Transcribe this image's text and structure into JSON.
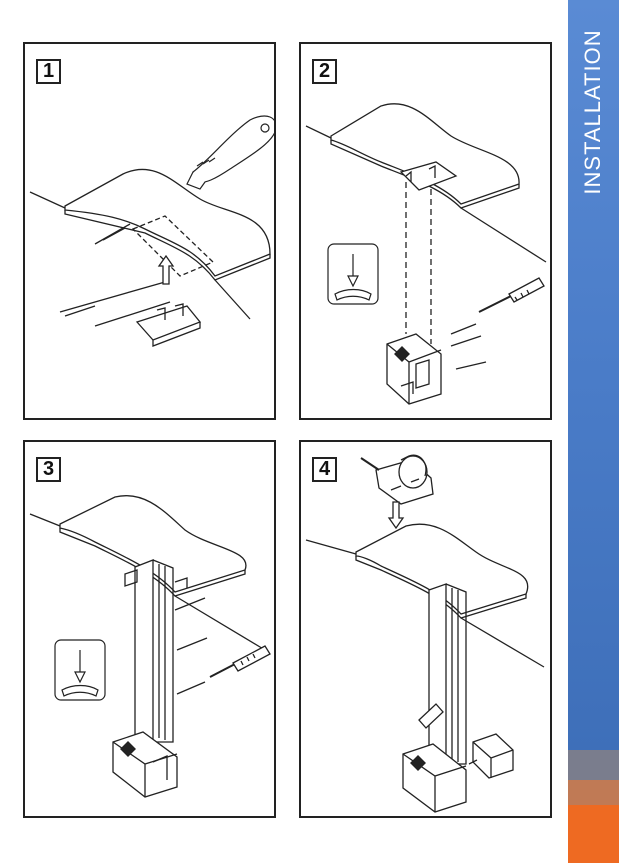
{
  "sidebar": {
    "title": "INSTALLATION",
    "colors": {
      "blue": "#4a7cc8",
      "gray": "#7a7d8d",
      "tan": "#c07a55",
      "orange": "#ee6a22"
    }
  },
  "steps": [
    {
      "number": "1",
      "illustration": "cut-desk-opening-with-knife"
    },
    {
      "number": "2",
      "illustration": "level-and-screw-base-bracket"
    },
    {
      "number": "3",
      "illustration": "level-and-screw-vertical-rail"
    },
    {
      "number": "4",
      "illustration": "insert-motor-unit"
    }
  ]
}
